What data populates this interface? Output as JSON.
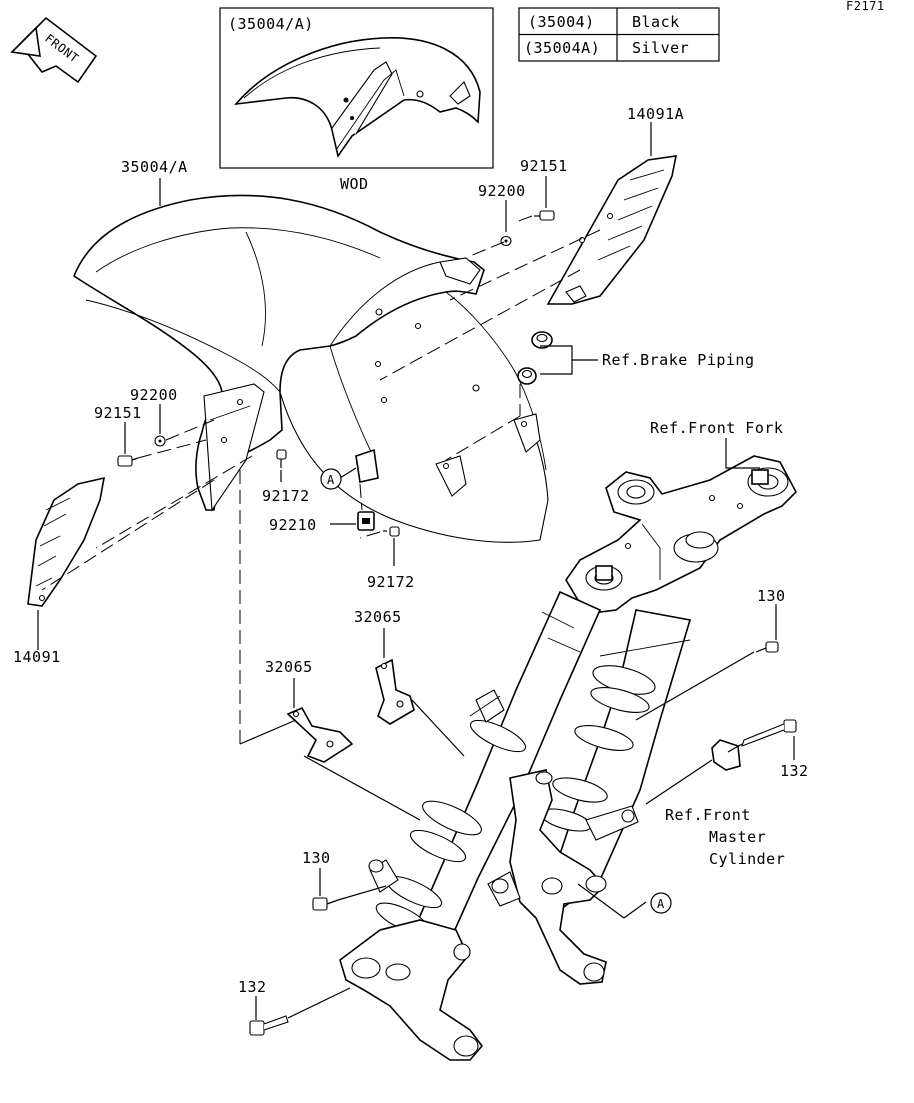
{
  "figure_code": "F2171",
  "front_label": "FRONT",
  "color_table": {
    "rows": [
      {
        "code": "(35004)",
        "color": "Black"
      },
      {
        "code": "(35004A)",
        "color": "Silver"
      }
    ]
  },
  "inset": {
    "title": "(35004/A)",
    "caption": "WOD"
  },
  "callouts": {
    "fender": "35004/A",
    "cover_right": "14091A",
    "cover_left": "14091",
    "bolt_92151_right": "92151",
    "washer_92200_right": "92200",
    "bolt_92151_left": "92151",
    "washer_92200_left": "92200",
    "screw_92172_top": "92172",
    "clip_92210": "92210",
    "screw_92172_bottom": "92172",
    "bracket_32065_upper": "32065",
    "bracket_32065_lower": "32065",
    "bolt_130_right": "130",
    "bolt_132_right": "132",
    "bolt_130_left": "130",
    "bolt_132_left": "132",
    "ref_brake_piping": "Ref.Brake Piping",
    "ref_front_fork": "Ref.Front Fork",
    "ref_master_cylinder": [
      "Ref.Front",
      "Master",
      "Cylinder"
    ],
    "marker_a_top": "A",
    "marker_a_bottom": "A"
  }
}
